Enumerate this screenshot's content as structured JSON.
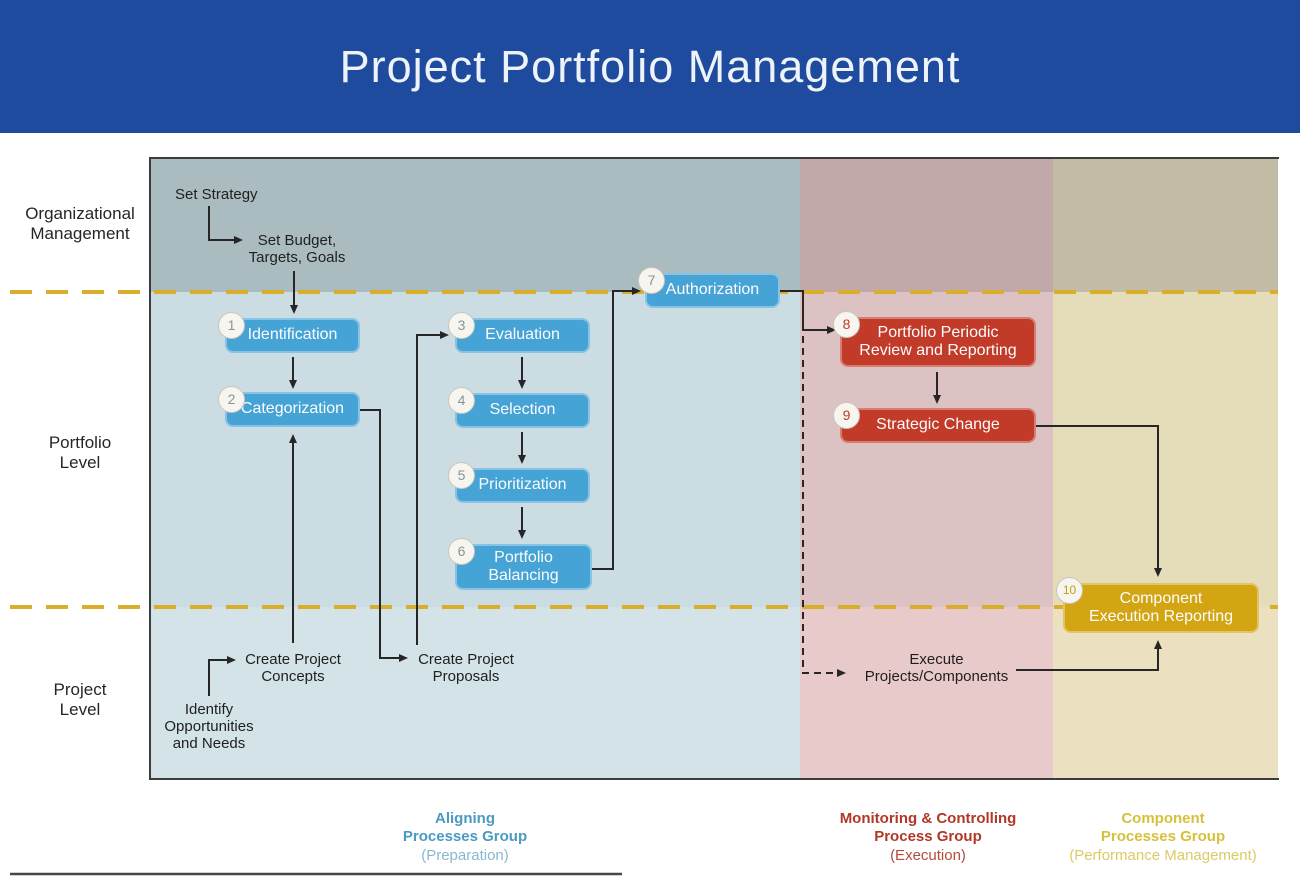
{
  "title": "Project Portfolio Management",
  "row_labels": [
    {
      "label": "Organizational\nManagement"
    },
    {
      "label": "Portfolio\nLevel"
    },
    {
      "label": "Project\nLevel"
    }
  ],
  "column_groups": [
    {
      "name": "Aligning\nProcesses Group",
      "subtitle": "(Preparation)"
    },
    {
      "name": "Monitoring & Controlling\nProcess Group",
      "subtitle": "(Execution)"
    },
    {
      "name": "Component\nProcesses Group",
      "subtitle": "(Performance Management)"
    }
  ],
  "boxes": [
    {
      "num": "1",
      "label": "Identification"
    },
    {
      "num": "2",
      "label": "Categorization"
    },
    {
      "num": "3",
      "label": "Evaluation"
    },
    {
      "num": "4",
      "label": "Selection"
    },
    {
      "num": "5",
      "label": "Prioritization"
    },
    {
      "num": "6",
      "label": "Portfolio\nBalancing"
    },
    {
      "num": "7",
      "label": "Authorization"
    },
    {
      "num": "8",
      "label": "Portfolio Periodic\nReview and Reporting"
    },
    {
      "num": "9",
      "label": "Strategic Change"
    },
    {
      "num": "10",
      "label": "Component\nExecution Reporting"
    }
  ],
  "annotations": {
    "set_strategy": "Set Strategy",
    "set_budget": "Set Budget,\nTargets, Goals",
    "create_concepts": "Create Project\nConcepts",
    "create_proposals": "Create Project\nProposals",
    "identify": "Identify\nOpportunities\nand Needs",
    "execute": "Execute\nProjects/Components"
  },
  "colors": {
    "header_bg": "#1e4b9e",
    "process_blue": "#45a3d6",
    "process_red": "#c23a28",
    "process_gold": "#d3a513",
    "divider_yellow": "#d9ae2a",
    "arrow_black": "#262626",
    "label_blue": "#4a9ac2",
    "label_red": "#b13727",
    "label_gold": "#d6c13c",
    "cells": {
      "org_aligning": "#aabcc0",
      "org_monitoring": "#c3a8a9",
      "org_component": "#c3bca4",
      "portfolio_aligning": "#cbdde2",
      "portfolio_monitoring": "#ddc2c3",
      "portfolio_component": "#e5dcba",
      "project_aligning": "#d3e3e7",
      "project_monitoring": "#e8caca",
      "project_component": "#ebe1c1"
    }
  }
}
